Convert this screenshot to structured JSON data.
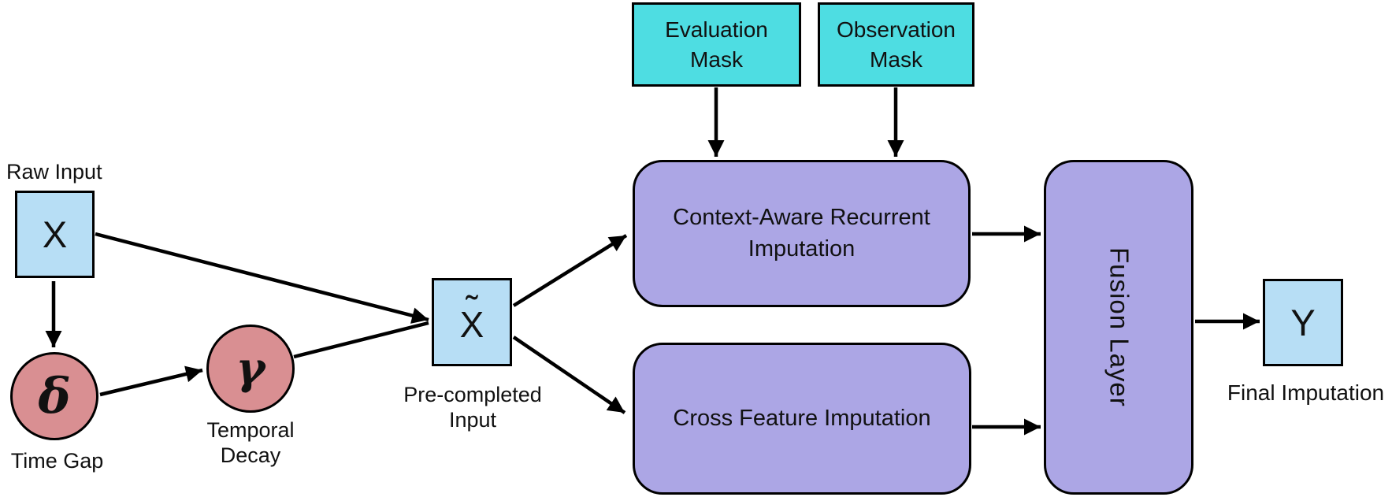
{
  "diagram": {
    "nodes": {
      "raw_input": {
        "label": "Raw Input",
        "symbol": "X"
      },
      "time_gap": {
        "label": "Time Gap",
        "symbol": "δ"
      },
      "temporal_decay": {
        "label": "Temporal Decay",
        "symbol": "γ"
      },
      "pre_completed_input": {
        "label": "Pre-completed Input",
        "symbol": "X",
        "accent": "˜"
      },
      "evaluation_mask": {
        "label": "Evaluation Mask"
      },
      "observation_mask": {
        "label": "Observation Mask"
      },
      "context_aware_recurrent_imputation": {
        "label": "Context-Aware Recurrent Imputation"
      },
      "cross_feature_imputation": {
        "label": "Cross Feature Imputation"
      },
      "fusion_layer": {
        "label": "Fusion Layer"
      },
      "final_imputation": {
        "label": "Final Imputation",
        "symbol": "Y"
      }
    },
    "edges": [
      {
        "from": "raw_input",
        "to": "time_gap"
      },
      {
        "from": "time_gap",
        "to": "temporal_decay"
      },
      {
        "from": "raw_input",
        "to": "pre_completed_input"
      },
      {
        "from": "temporal_decay",
        "to": "pre_completed_input"
      },
      {
        "from": "pre_completed_input",
        "to": "context_aware_recurrent_imputation"
      },
      {
        "from": "pre_completed_input",
        "to": "cross_feature_imputation"
      },
      {
        "from": "evaluation_mask",
        "to": "context_aware_recurrent_imputation"
      },
      {
        "from": "observation_mask",
        "to": "context_aware_recurrent_imputation"
      },
      {
        "from": "context_aware_recurrent_imputation",
        "to": "fusion_layer"
      },
      {
        "from": "cross_feature_imputation",
        "to": "fusion_layer"
      },
      {
        "from": "fusion_layer",
        "to": "final_imputation"
      }
    ],
    "colors": {
      "input_box_blue": "#B7DEF5",
      "circle_rose": "#D98F92",
      "mask_teal": "#4EDDE2",
      "module_purple": "#ACA6E5",
      "stroke_black": "#000000",
      "background": "#FFFFFF"
    }
  }
}
